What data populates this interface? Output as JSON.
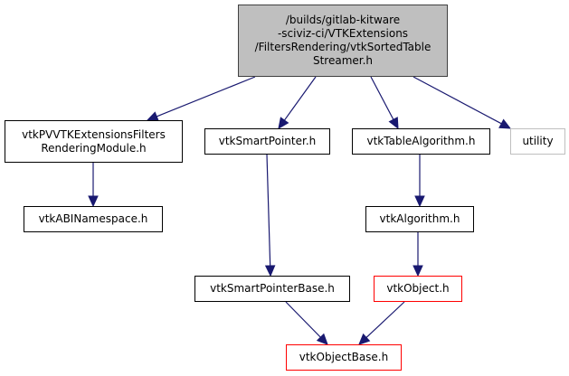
{
  "graph": {
    "edge_color": "#191970",
    "nodes": [
      {
        "id": "root",
        "label": "/builds/gitlab-kitware\n-sciviz-ci/VTKExtensions\n/FiltersRendering/vtkSortedTable\nStreamer.h",
        "style": "root"
      },
      {
        "id": "module",
        "label": "vtkPVVTKExtensionsFilters\nRenderingModule.h",
        "style": "normal"
      },
      {
        "id": "smartpointer",
        "label": "vtkSmartPointer.h",
        "style": "normal"
      },
      {
        "id": "tablealgorithm",
        "label": "vtkTableAlgorithm.h",
        "style": "normal"
      },
      {
        "id": "utility",
        "label": "utility",
        "style": "gray"
      },
      {
        "id": "abinamespace",
        "label": "vtkABINamespace.h",
        "style": "normal"
      },
      {
        "id": "algorithm",
        "label": "vtkAlgorithm.h",
        "style": "normal"
      },
      {
        "id": "smartpointerbase",
        "label": "vtkSmartPointerBase.h",
        "style": "normal"
      },
      {
        "id": "object",
        "label": "vtkObject.h",
        "style": "red"
      },
      {
        "id": "objectbase",
        "label": "vtkObjectBase.h",
        "style": "red"
      }
    ],
    "edges": [
      {
        "from": "root",
        "to": "module"
      },
      {
        "from": "root",
        "to": "smartpointer"
      },
      {
        "from": "root",
        "to": "tablealgorithm"
      },
      {
        "from": "root",
        "to": "utility"
      },
      {
        "from": "module",
        "to": "abinamespace"
      },
      {
        "from": "smartpointer",
        "to": "smartpointerbase"
      },
      {
        "from": "tablealgorithm",
        "to": "algorithm"
      },
      {
        "from": "algorithm",
        "to": "object"
      },
      {
        "from": "smartpointerbase",
        "to": "objectbase"
      },
      {
        "from": "object",
        "to": "objectbase"
      }
    ]
  }
}
